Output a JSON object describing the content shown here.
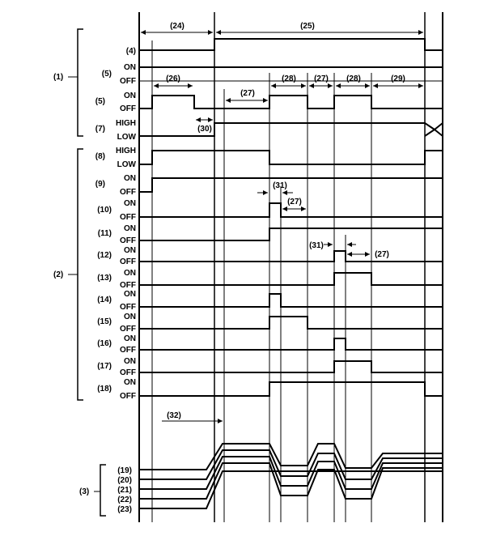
{
  "groups": {
    "g1": "(1)",
    "g2": "(2)",
    "g3": "(3)"
  },
  "rows": [
    {
      "id": "r4",
      "num": "(4)",
      "on": "",
      "off": ""
    },
    {
      "id": "r5a",
      "num": "(5)",
      "on": "ON",
      "off": "OFF"
    },
    {
      "id": "r5b",
      "num": "(5)",
      "on": "ON",
      "off": "OFF"
    },
    {
      "id": "r7",
      "num": "(7)",
      "on": "HIGH",
      "off": "LOW"
    },
    {
      "id": "r8",
      "num": "(8)",
      "on": "HIGH",
      "off": "LOW"
    },
    {
      "id": "r9",
      "num": "(9)",
      "on": "ON",
      "off": "OFF"
    },
    {
      "id": "r10",
      "num": "(10)",
      "on": "ON",
      "off": "OFF"
    },
    {
      "id": "r11",
      "num": "(11)",
      "on": "ON",
      "off": "OFF"
    },
    {
      "id": "r12",
      "num": "(12)",
      "on": "ON",
      "off": "OFF"
    },
    {
      "id": "r13",
      "num": "(13)",
      "on": "ON",
      "off": "OFF"
    },
    {
      "id": "r14",
      "num": "(14)",
      "on": "ON",
      "off": "OFF"
    },
    {
      "id": "r15",
      "num": "(15)",
      "on": "ON",
      "off": "OFF"
    },
    {
      "id": "r16",
      "num": "(16)",
      "on": "ON",
      "off": "OFF"
    },
    {
      "id": "r17",
      "num": "(17)",
      "on": "ON",
      "off": "OFF"
    },
    {
      "id": "r18",
      "num": "(18)",
      "on": "ON",
      "off": "OFF"
    }
  ],
  "group3_rows": [
    "(19)",
    "(20)",
    "(21)",
    "(22)",
    "(23)"
  ],
  "intervals": {
    "i24": "(24)",
    "i25": "(25)",
    "i26": "(26)",
    "i27a": "(27)",
    "i28a": "(28)",
    "i27b": "(27)",
    "i28b": "(28)",
    "i29": "(29)",
    "i30": "(30)",
    "i31a": "(31)",
    "i27c": "(27)",
    "i31b": "(31)",
    "i27d": "(27)",
    "i32": "(32)"
  }
}
